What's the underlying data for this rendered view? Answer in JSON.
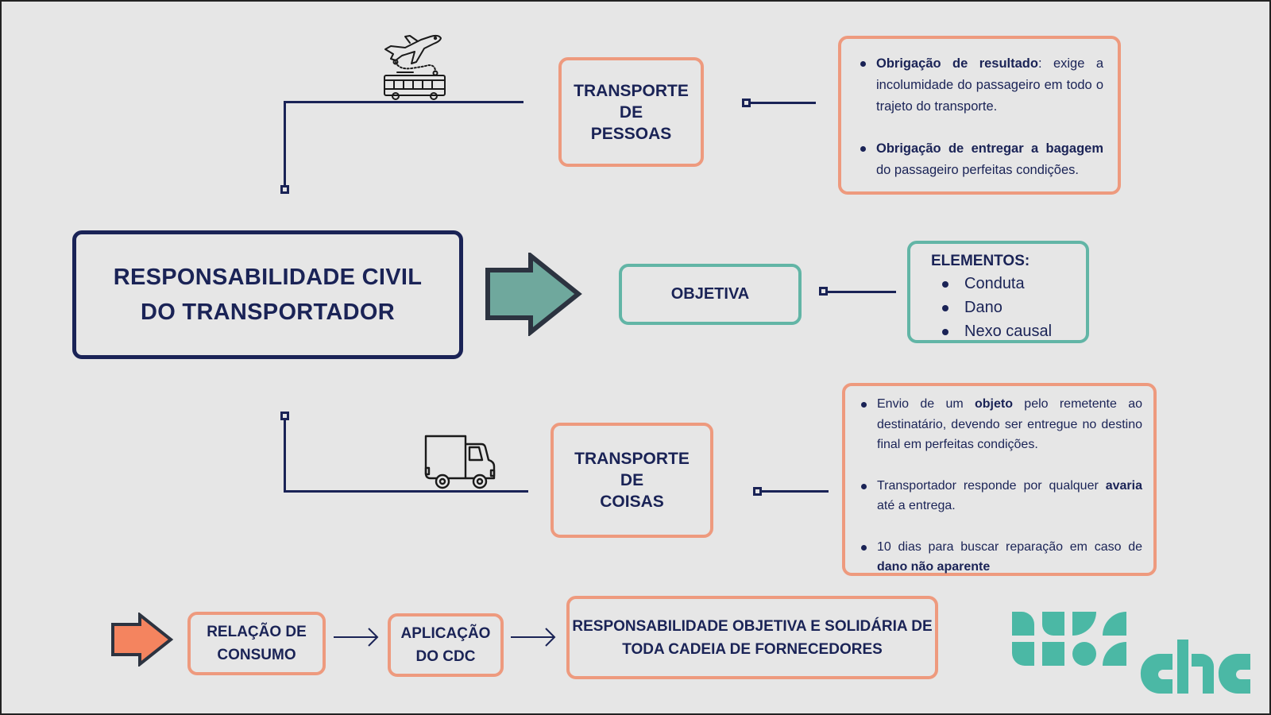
{
  "title": {
    "line1": "RESPONSABILIDADE CIVIL",
    "line2": "DO TRANSPORTADOR"
  },
  "transporte_pessoas": {
    "line1": "TRANSPORTE",
    "line2": "DE",
    "line3": "PESSOAS",
    "icon": "plane-bus-icon",
    "details": [
      {
        "bold": "Obrigação de resultado",
        "text": ": exige a incolumidade do passageiro em todo o trajeto do transporte."
      },
      {
        "bold": "Obrigação de entregar a bagagem",
        "text": " do passageiro perfeitas condições."
      }
    ]
  },
  "objetiva": {
    "label": "OBJETIVA",
    "elements_title": "ELEMENTOS:",
    "elements": [
      "Conduta",
      "Dano",
      "Nexo causal"
    ]
  },
  "transporte_coisas": {
    "line1": "TRANSPORTE",
    "line2": "DE",
    "line3": "COISAS",
    "icon": "truck-icon",
    "details": [
      {
        "pre": "Envio de um ",
        "bold": "objeto",
        "post": " pelo remetente ao destinatário, devendo ser entregue no destino final em perfeitas condições."
      },
      {
        "pre": "Transportador  responde por qualquer ",
        "bold": "avaria",
        "post": " até a entrega."
      },
      {
        "pre": "10 dias para buscar reparação em caso de ",
        "bold": "dano não aparente",
        "post": ""
      }
    ]
  },
  "flow": {
    "step1": {
      "line1": "RELAÇÃO DE",
      "line2": "CONSUMO"
    },
    "step2": {
      "line1": "APLICAÇÃO",
      "line2": "DO CDC"
    },
    "step3": {
      "line1": "RESPONSABILIDADE OBJETIVA E SOLIDÁRIA DE",
      "line2": "TODA CADEIA DE FORNECEDORES"
    }
  },
  "colors": {
    "navy": "#1a2356",
    "orange": "#ee9a7e",
    "teal": "#62b5a6",
    "arrow_teal": "#6fa89d",
    "arrow_orange": "#f4845f",
    "logo_teal": "#4bb8a5",
    "background": "#e6e6e6"
  },
  "logo": {
    "name": "logo-mark",
    "wordmark": "chc"
  }
}
